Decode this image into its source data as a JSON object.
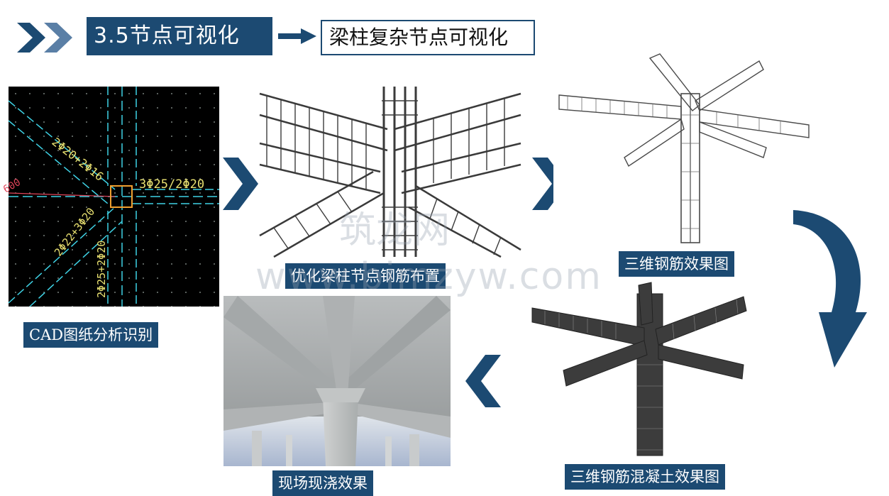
{
  "header": {
    "section_title": "3.5节点可视化",
    "subtitle": "梁柱复杂节点可视化"
  },
  "labels": {
    "cad": "CAD图纸分析识别",
    "optimize": "优化梁柱节点钢筋布置",
    "rebar3d": "三维钢筋效果图",
    "concrete3d": "三维钢筋混凝土效果图",
    "onsite": "现场现浇效果"
  },
  "cad_annotations": {
    "beam1": "2Φ20+2Φ16",
    "beam2": "3Φ25/2Φ20",
    "beam3": "2Φ22+3Φ20",
    "beam4": "2Φ25+2Φ20",
    "dim": "600"
  },
  "watermark": {
    "cn": "筑龙网",
    "url": "www.bimzyw.com"
  },
  "colors": {
    "brand": "#1c4a72",
    "arrow": "#1c4a72"
  }
}
